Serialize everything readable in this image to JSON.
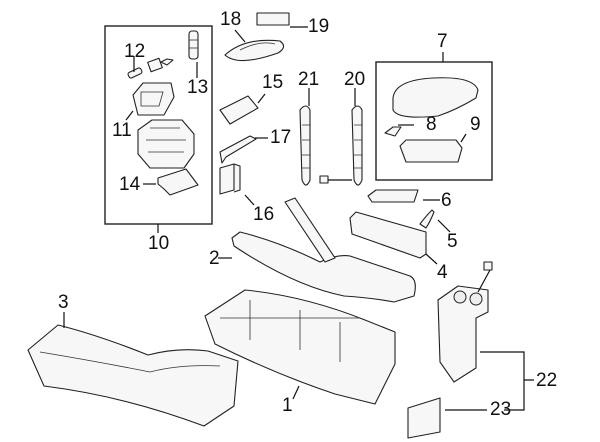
{
  "diagram": {
    "title": "Center console exploded parts diagram",
    "callouts": [
      {
        "id": "1",
        "label": "1",
        "part": "console-base"
      },
      {
        "id": "2",
        "label": "2",
        "part": "console-trim-panel"
      },
      {
        "id": "3",
        "label": "3",
        "part": "lower-console"
      },
      {
        "id": "4",
        "label": "4",
        "part": "storage-tray"
      },
      {
        "id": "5",
        "label": "5",
        "part": "trim-clip"
      },
      {
        "id": "6",
        "label": "6",
        "part": "tray-lid"
      },
      {
        "id": "7",
        "label": "7",
        "part": "armrest-assembly"
      },
      {
        "id": "8",
        "label": "8",
        "part": "armrest-latch"
      },
      {
        "id": "9",
        "label": "9",
        "part": "armrest-bin"
      },
      {
        "id": "10",
        "label": "10",
        "part": "shifter-assembly"
      },
      {
        "id": "11",
        "label": "11",
        "part": "shifter-bezel"
      },
      {
        "id": "12",
        "label": "12",
        "part": "shifter-lock"
      },
      {
        "id": "13",
        "label": "13",
        "part": "bulb-socket"
      },
      {
        "id": "14",
        "label": "14",
        "part": "shifter-bracket"
      },
      {
        "id": "15",
        "label": "15",
        "part": "insert-mat"
      },
      {
        "id": "16",
        "label": "16",
        "part": "side-cover"
      },
      {
        "id": "17",
        "label": "17",
        "part": "bracket"
      },
      {
        "id": "18",
        "label": "18",
        "part": "shift-plate"
      },
      {
        "id": "19",
        "label": "19",
        "part": "switch-panel"
      },
      {
        "id": "20",
        "label": "20",
        "part": "right-side-trim"
      },
      {
        "id": "21",
        "label": "21",
        "part": "left-side-trim"
      },
      {
        "id": "22",
        "label": "22",
        "part": "rear-vent-assembly"
      },
      {
        "id": "23",
        "label": "23",
        "part": "ashtray"
      }
    ]
  }
}
